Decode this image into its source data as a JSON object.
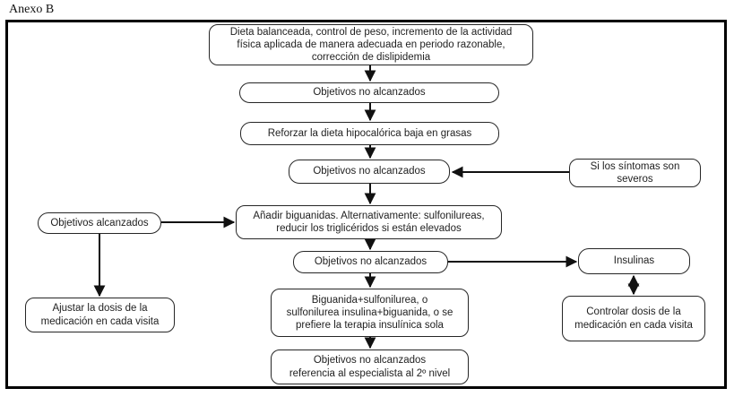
{
  "page": {
    "title": "Anexo B"
  },
  "colors": {
    "background": "#ffffff",
    "border": "#262626",
    "frame_border": "#000000",
    "text": "#1f1f1f"
  },
  "flowchart": {
    "nodes": {
      "dieta": "Dieta balanceada, control de peso, incremento de la actividad\nfísica aplicada de manera adecuada en periodo razonable,\ncorrección de dislipidemia",
      "objetivos_no_1": "Objetivos no alcanzados",
      "reforzar": "Reforzar la dieta hipocalórica baja en grasas",
      "objetivos_no_2": "Objetivos no alcanzados",
      "sintomas": "Si los síntomas son\nseveros",
      "anadir": "Añadir biguanidas. Alternativamente: sulfonilureas,\nreducir los triglicéridos si están elevados",
      "objetivos_alcanzados": "Objetivos alcanzados",
      "objetivos_no_3": "Objetivos no alcanzados",
      "insulinas": "Insulinas",
      "ajustar": "Ajustar la dosis de la\nmedicación en cada visita",
      "biguanida": "Biguanida+sulfonilurea, o\nsulfonilurea insulina+biguanida, o se\nprefiere la terapia insulínica sola",
      "controlar": "Controlar dosis de la\nmedicación en cada visita",
      "objetivos_no_4": "Objetivos no alcanzados\nreferencia al especialista al 2º nivel"
    }
  }
}
